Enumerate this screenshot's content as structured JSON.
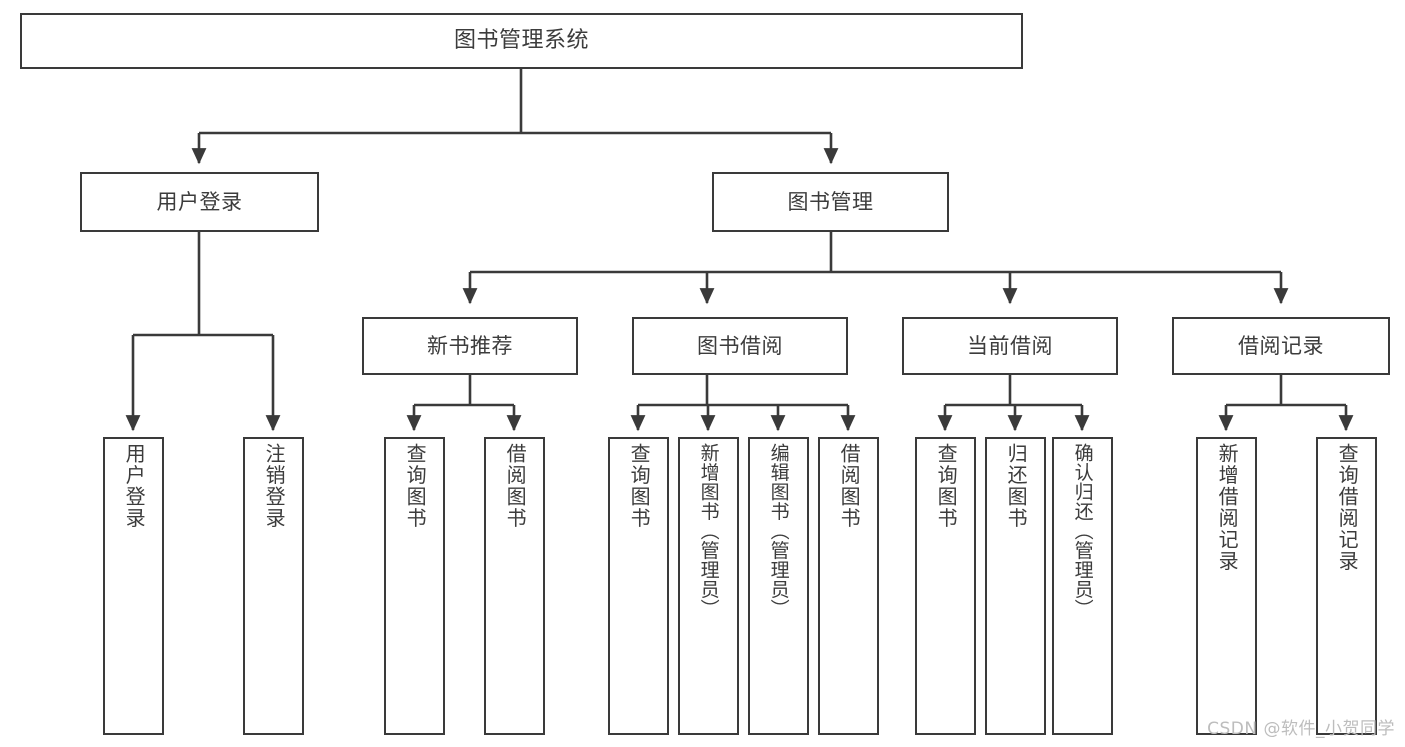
{
  "diagram": {
    "title": "图书管理系统",
    "type": "hierarchy-tree",
    "root": {
      "label": "图书管理系统"
    },
    "level1": [
      {
        "id": "user-login",
        "label": "用户登录"
      },
      {
        "id": "book-management",
        "label": "图书管理"
      }
    ],
    "level2": [
      {
        "id": "new-book-recommend",
        "label": "新书推荐",
        "parent": "book-management"
      },
      {
        "id": "book-borrow",
        "label": "图书借阅",
        "parent": "book-management"
      },
      {
        "id": "current-borrow",
        "label": "当前借阅",
        "parent": "book-management"
      },
      {
        "id": "borrow-record",
        "label": "借阅记录",
        "parent": "book-management"
      }
    ],
    "leaves": [
      {
        "id": "leaf-user-login",
        "label": "用户登录",
        "parent": "user-login"
      },
      {
        "id": "leaf-logout",
        "label": "注销登录",
        "parent": "user-login"
      },
      {
        "id": "leaf-query-book-1",
        "label": "查询图书",
        "parent": "new-book-recommend"
      },
      {
        "id": "leaf-borrow-book-1",
        "label": "借阅图书",
        "parent": "new-book-recommend"
      },
      {
        "id": "leaf-query-book-2",
        "label": "查询图书",
        "parent": "book-borrow"
      },
      {
        "id": "leaf-add-book",
        "label": "新增图书（管理员）",
        "parent": "book-borrow"
      },
      {
        "id": "leaf-edit-book",
        "label": "编辑图书（管理员）",
        "parent": "book-borrow"
      },
      {
        "id": "leaf-borrow-book-2",
        "label": "借阅图书",
        "parent": "book-borrow"
      },
      {
        "id": "leaf-query-book-3",
        "label": "查询图书",
        "parent": "current-borrow"
      },
      {
        "id": "leaf-return-book",
        "label": "归还图书",
        "parent": "current-borrow"
      },
      {
        "id": "leaf-confirm-return",
        "label": "确认归还（管理员）",
        "parent": "current-borrow"
      },
      {
        "id": "leaf-add-record",
        "label": "新增借阅记录",
        "parent": "borrow-record"
      },
      {
        "id": "leaf-query-record",
        "label": "查询借阅记录",
        "parent": "borrow-record"
      }
    ],
    "watermark": "CSDN @软件_小贺同学",
    "colors": {
      "stroke": "#3a3a3a",
      "background": "#ffffff",
      "text": "#3c3c3c",
      "watermark": "#bdbdbd"
    }
  }
}
